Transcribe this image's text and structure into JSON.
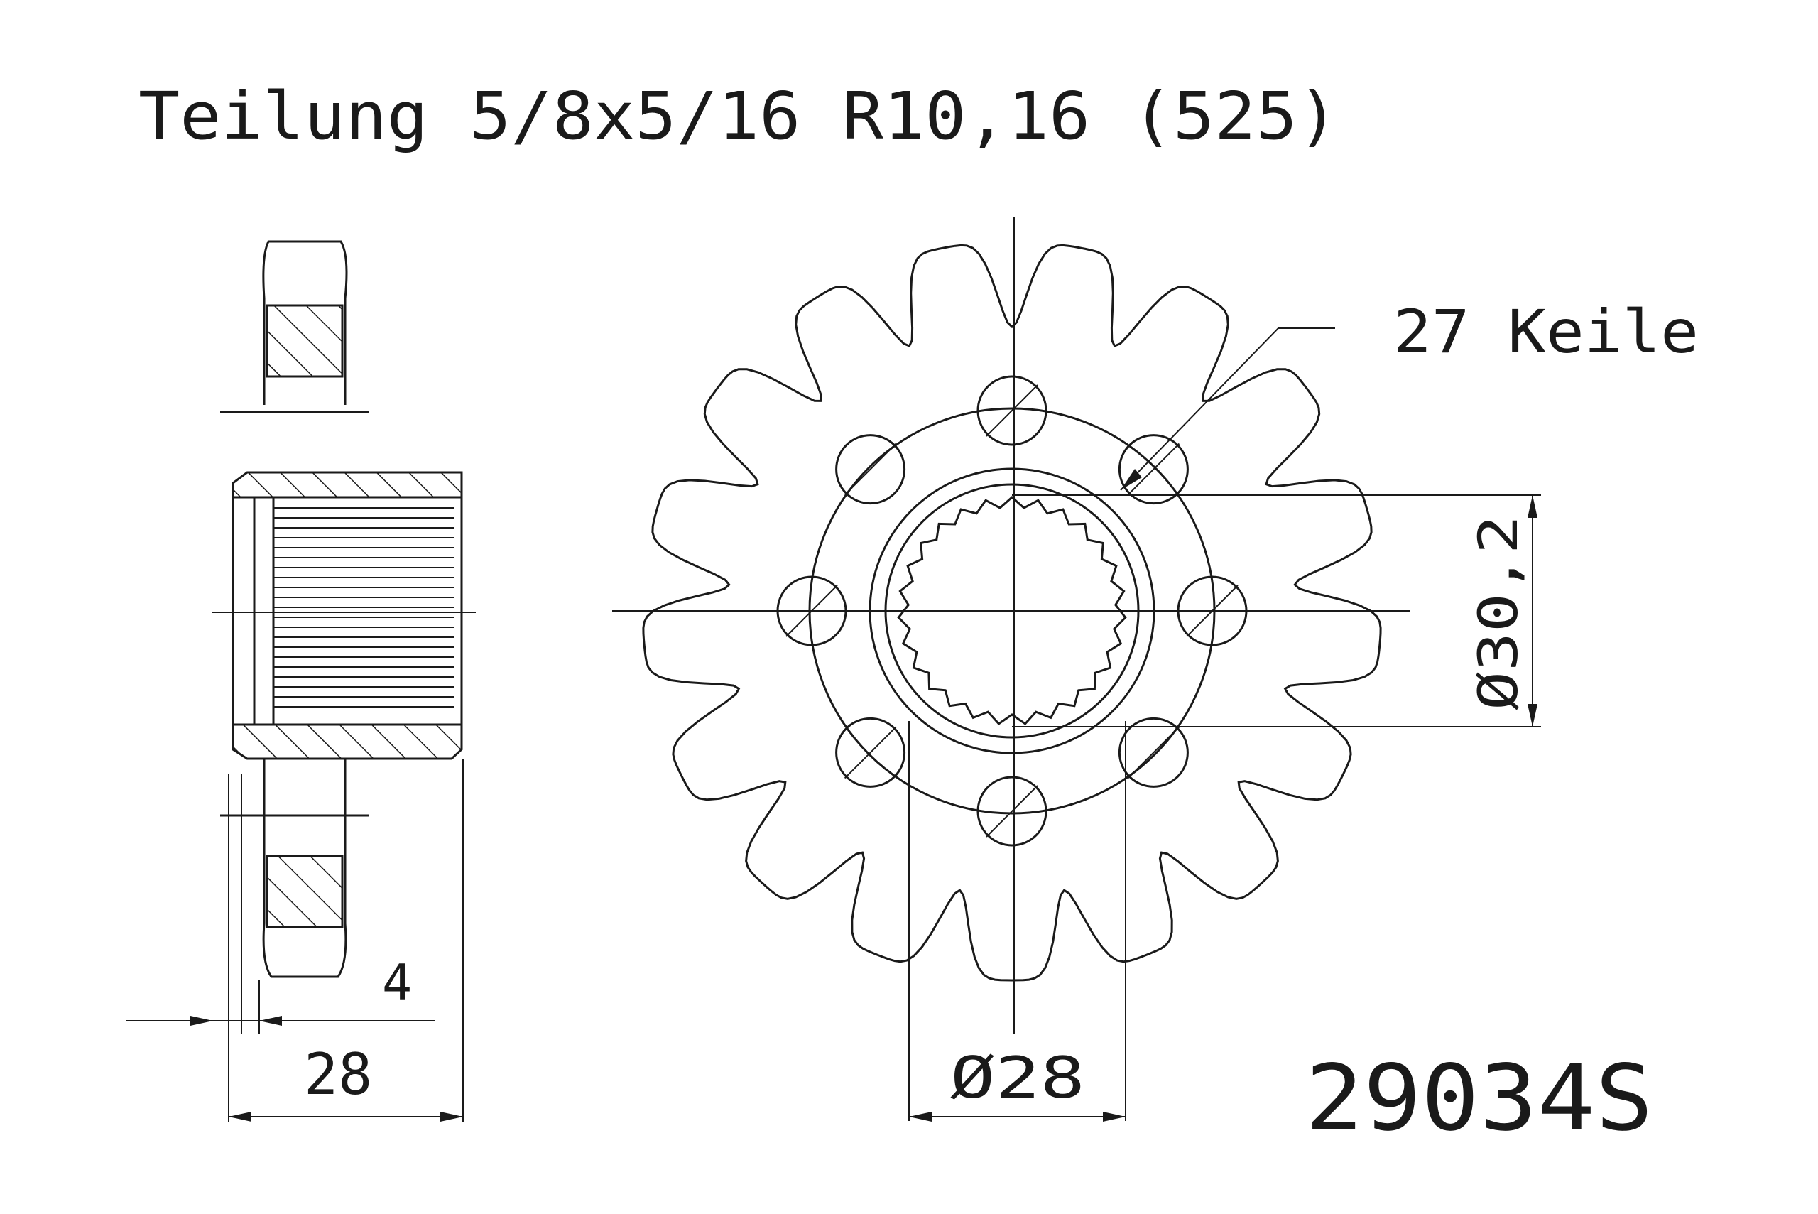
{
  "title": "Teilung 5/8x5/16 R10,16 (525)",
  "callout": "27 Keile",
  "dim_bore": "Ø30,2",
  "dim_hub": "Ø28",
  "dim_width": "28",
  "dim_tooth": "4",
  "part_number": "29034S",
  "teeth_count": 17,
  "bolt_holes": 8
}
